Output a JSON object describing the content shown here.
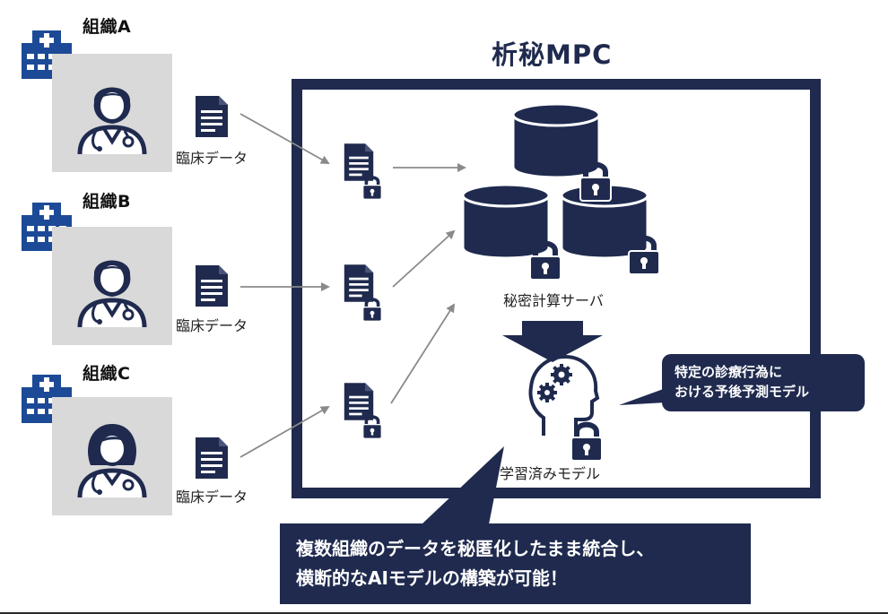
{
  "title": "析秘MPC",
  "organizations": [
    {
      "label": "組織A",
      "data_label": "臨床データ"
    },
    {
      "label": "組織B",
      "data_label": "臨床データ"
    },
    {
      "label": "組織C",
      "data_label": "臨床データ"
    }
  ],
  "server_label": "秘密計算サーバ",
  "model_label": "学習済みモデル",
  "callout_small": {
    "line1": "特定の診療行為に",
    "line2": "おける予後予測モデル"
  },
  "callout_big": {
    "line1": "複数組織のデータを秘匿化したまま統合し、",
    "line2": "横断的なAIモデルの構築が可能！"
  },
  "colors": {
    "navy": "#1f2a4e",
    "hospital_blue": "#1c4a96",
    "gray": "#d9d9d9",
    "arrow": "#8a8a8a"
  }
}
